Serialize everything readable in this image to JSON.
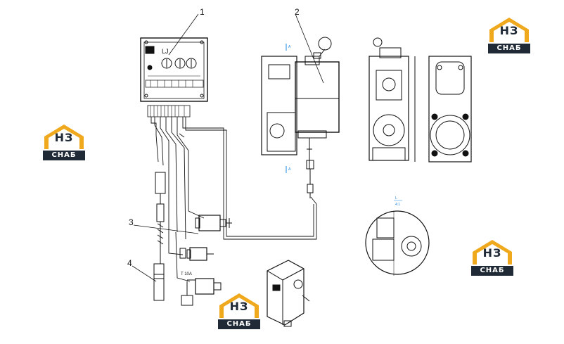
{
  "callouts": {
    "c1": "1",
    "c2": "2",
    "c3": "3",
    "c4": "4"
  },
  "logo": {
    "main": "НЗ",
    "sub": "СНАБ",
    "accent": "#f0a81c",
    "dark": "#1f2a36"
  },
  "controller_panel": {
    "label": "LJ"
  },
  "section_marks": {
    "top": "A",
    "bottom": "A",
    "detail_letter": "L",
    "detail_scale": "4:1"
  },
  "actuator_label": {
    "top": "T  10A"
  },
  "colors": {
    "line": "#111111",
    "sectionMark": "#1e88e5"
  }
}
